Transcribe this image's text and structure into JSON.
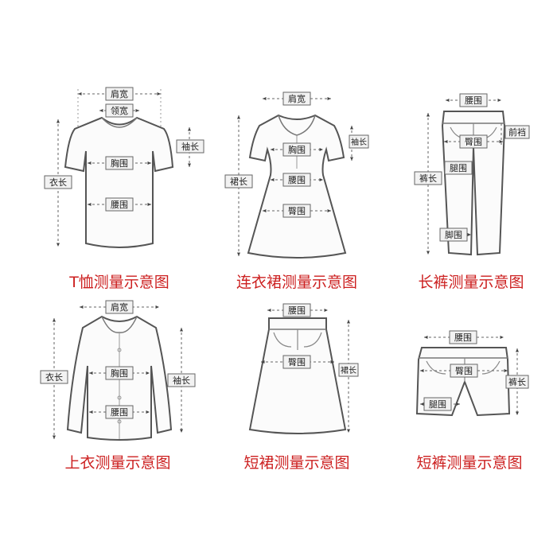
{
  "colors": {
    "caption": "#cc1f1f",
    "line": "#555555",
    "label_bg": "#f2f2f2"
  },
  "panels": [
    {
      "id": "tshirt",
      "caption": "T恤测量示意图",
      "labels": {
        "shoulder": "肩宽",
        "neck": "领宽",
        "sleeve": "袖长",
        "chest": "胸围",
        "waist": "腰围",
        "length": "衣长"
      }
    },
    {
      "id": "dress",
      "caption": "连衣裙测量示意图",
      "labels": {
        "shoulder": "肩宽",
        "sleeve": "袖长",
        "chest": "胸围",
        "waist": "腰围",
        "hip": "臀围",
        "length": "裙长"
      }
    },
    {
      "id": "trousers",
      "caption": "长裤测量示意图",
      "labels": {
        "waist": "腰围",
        "front_rise": "前裆",
        "hip": "臀围",
        "thigh": "腿围",
        "length": "裤长",
        "hem": "脚围"
      }
    },
    {
      "id": "shirt",
      "caption": "上衣测量示意图",
      "labels": {
        "shoulder": "肩宽",
        "chest": "胸围",
        "waist": "腰围",
        "length": "衣长",
        "sleeve": "袖长"
      }
    },
    {
      "id": "skirt",
      "caption": "短裙测量示意图",
      "labels": {
        "waist": "腰围",
        "hip": "臀围",
        "length": "裙长"
      }
    },
    {
      "id": "shorts",
      "caption": "短裤测量示意图",
      "labels": {
        "waist": "腰围",
        "hip": "臀围",
        "thigh": "腿围",
        "length": "裤长"
      }
    }
  ]
}
